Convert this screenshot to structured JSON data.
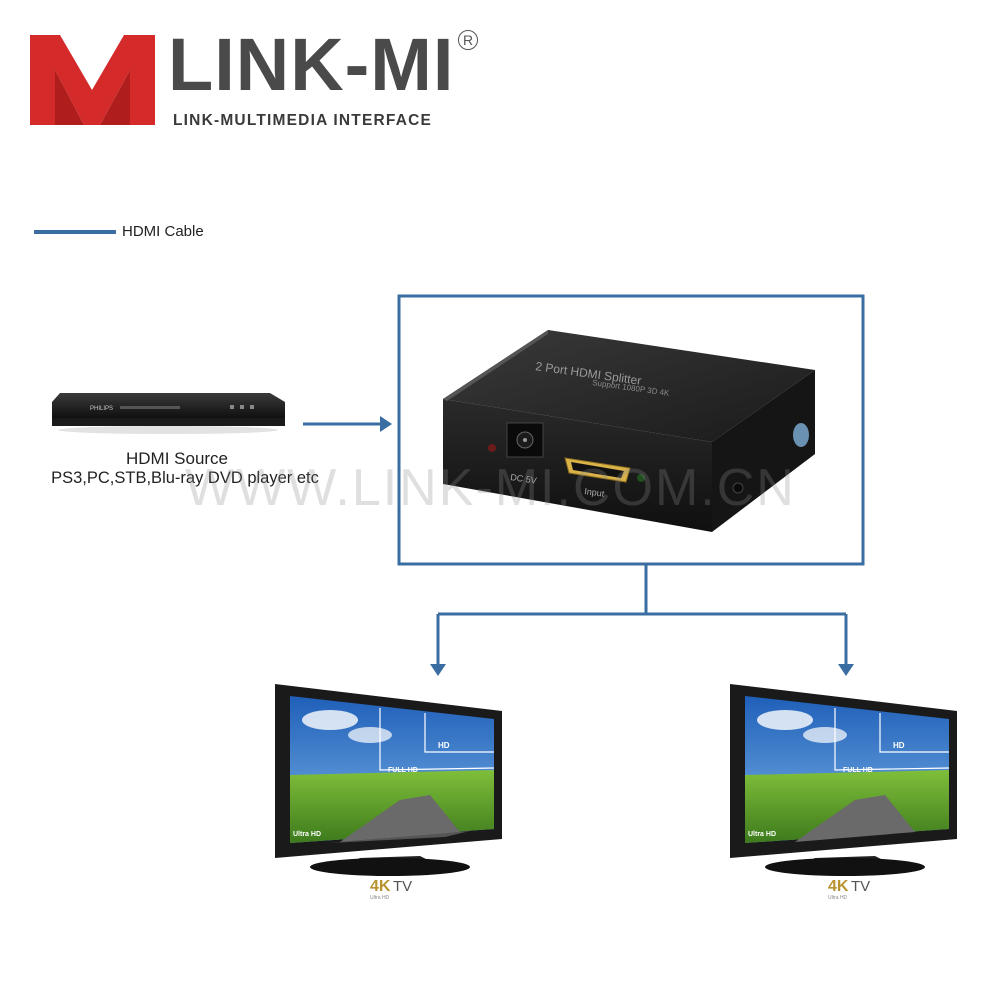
{
  "brand": {
    "name": "LINK-MI",
    "registered": "R",
    "tagline": "LINK-MULTIMEDIA INTERFACE"
  },
  "legend": {
    "label": "HDMI Cable",
    "line_color": "#3a6da1"
  },
  "source": {
    "title": "HDMI Source",
    "devices": "PS3,PC,STB,Blu-ray DVD player etc",
    "player_brand": "PHILIPS"
  },
  "splitter": {
    "top_label_line1": "2 Port HDMI Splitter",
    "top_label_line2": "Support 1080P 3D 4K",
    "port_dc": "DC 5V",
    "port_input": "Input"
  },
  "watermark": "WWW.LINK-MI.COM.CN",
  "displays": [
    {
      "screen_labels": {
        "hd": "HD",
        "full_hd": "FULL HD",
        "ultra_hd": "Ultra HD"
      },
      "badge_4k": "4K",
      "badge_tv": "TV",
      "badge_sub": "Ultra HD"
    },
    {
      "screen_labels": {
        "hd": "HD",
        "full_hd": "FULL HD",
        "ultra_hd": "Ultra HD"
      },
      "badge_4k": "4K",
      "badge_tv": "TV",
      "badge_sub": "Ultra HD"
    }
  ],
  "colors": {
    "logo_red": "#d42a2a",
    "connector_blue": "#3a6da1",
    "badge_gold": "#b8922e"
  }
}
